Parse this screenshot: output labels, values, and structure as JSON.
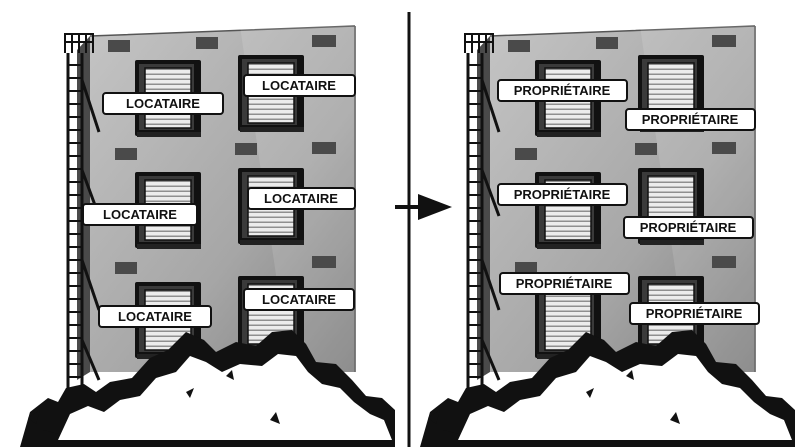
{
  "before": {
    "labels": [
      "LOCATAIRE",
      "LOCATAIRE",
      "LOCATAIRE",
      "LOCATAIRE",
      "LOCATAIRE",
      "LOCATAIRE"
    ]
  },
  "after": {
    "labels": [
      "PROPRIÉTAIRE",
      "PROPRIÉTAIRE",
      "PROPRIÉTAIRE",
      "PROPRIÉTAIRE",
      "PROPRIÉTAIRE",
      "PROPRIÉTAIRE"
    ]
  },
  "colors": {
    "facade_light": "#b3b3b3",
    "facade_mid": "#8a8a8a",
    "side_wall": "#4a4a4a",
    "outline": "#111111",
    "blind": "#e6e6e6",
    "shrub": "#111111",
    "label_bg": "#ffffff"
  },
  "icons": [
    "fire-escape-icon",
    "building-icon",
    "bush-icon",
    "arrow-right-icon"
  ]
}
